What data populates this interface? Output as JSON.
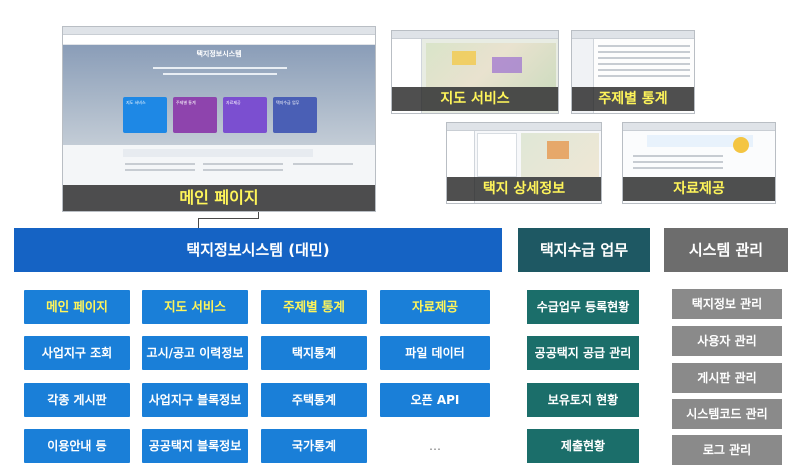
{
  "screenshots": {
    "main": "메인 페이지",
    "map": "지도 서비스",
    "stats": "주제별 통계",
    "detail": "택지 상세정보",
    "data": "자료제공"
  },
  "headers": {
    "main": "택지정보시스템 (대민)",
    "supply": "택지수급 업무",
    "admin": "시스템 관리"
  },
  "columns": [
    {
      "head": "메인 페이지",
      "items": [
        "사업지구 조회",
        "각종 게시판",
        "이용안내 등"
      ]
    },
    {
      "head": "지도 서비스",
      "items": [
        "고시/공고 이력정보",
        "사업지구 블록정보",
        "공공택지 블록정보"
      ]
    },
    {
      "head": "주제별 통계",
      "items": [
        "택지통계",
        "주택통계",
        "국가통계"
      ]
    },
    {
      "head": "자료제공",
      "items": [
        "파일 데이터",
        "오픈 API",
        "…"
      ]
    }
  ],
  "supply_items": [
    "수급업무 등록현황",
    "공공택지 공급 관리",
    "보유토지 현황",
    "제출현황"
  ],
  "admin_items": [
    "택지정보 관리",
    "사용자 관리",
    "게시판 관리",
    "시스템코드 관리",
    "로그 관리"
  ],
  "mock_text": {
    "site_title": "택지정보시스템",
    "cards": [
      "지도 서비스",
      "주제별 통계",
      "자료제공",
      "택지수급 업무"
    ]
  },
  "colors": {
    "main_header": "#1563c4",
    "main_box": "#1a7fd8",
    "supply_header": "#1e5863",
    "supply_box": "#1b6e6a",
    "admin_header": "#6d6d6d",
    "admin_box": "#8a8a8a",
    "caption_text": "#fff55a"
  }
}
